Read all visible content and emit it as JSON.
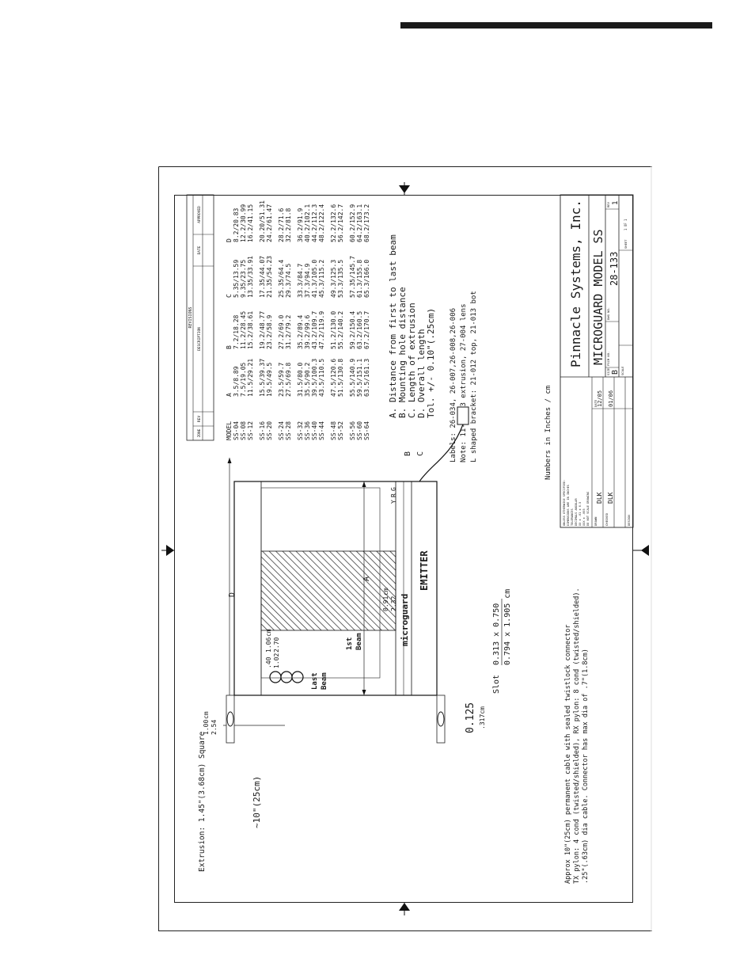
{
  "title_block": {
    "company": "Pinnacle Systems, Inc.",
    "product": "MICROGUARD MODEL SS",
    "dwg_no_label": "DWG NO.",
    "dwg_no": "28-133",
    "rev_label": "REV",
    "rev": "1",
    "size_label": "SIZE",
    "size": "B",
    "fscm_label": "FSCM NO.",
    "scale_label": "SCALE",
    "sheet_label": "SHEET",
    "sheet_of": "1 OF 1",
    "drawn_label": "DRAWN",
    "drawn": "DLK",
    "drawn_date": "12/05",
    "checked_label": "CHECKED",
    "checked": "DLK",
    "checked_date": "01/06",
    "design_label": "DESIGN",
    "date_label": "DATE",
    "tolerance_lines": [
      "UNLESS OTHERWISE SPECIFIED:",
      "DIMENSIONS ARE IN INCHES",
      "TOLERANCES",
      "DECIMALS      ANGULAR",
      "XX ± .01        ± 0.5",
      "XXX ± .005",
      "DO NOT SCALE DRAWING"
    ],
    "units": "Numbers in Inches / cm"
  },
  "revisions": {
    "title": "REVISIONS",
    "columns": [
      "ZONE",
      "REV",
      "DESCRIPTION",
      "DATE",
      "APPROVED"
    ]
  },
  "table": {
    "headers": [
      "MODEL",
      "A",
      "B",
      "C",
      "D"
    ],
    "groups": [
      [
        [
          "SS-04",
          "3.5/8.89",
          "7.2/18.28",
          "5.35/13.59",
          "8.2/20.83"
        ],
        [
          "SS-08",
          "7.5/19.05",
          "11.2/28.45",
          "9.35/23.75",
          "12.2/30.99"
        ],
        [
          "SS-12",
          "11.5/29.21",
          "15.2/38.61",
          "13.35/33.91",
          "16.2/41.15"
        ]
      ],
      [
        [
          "SS-16",
          "15.5/39.37",
          "19.2/48.77",
          "17.35/44.07",
          "20.20/51.31"
        ],
        [
          "SS-20",
          "19.5/49.5",
          "23.2/58.9",
          "21.35/54.23",
          "24.2/61.47"
        ]
      ],
      [
        [
          "SS-24",
          "23.5/59.7",
          "27.2/69.0",
          "25.35/64.4",
          "28.2/71.6"
        ],
        [
          "SS-28",
          "27.5/69.8",
          "31.2/79.2",
          "29.3/74.5",
          "32.2/81.8"
        ]
      ],
      [
        [
          "SS-32",
          "31.5/80.0",
          "35.2/89.4",
          "33.3/84.7",
          "36.2/91.9"
        ],
        [
          "SS-36",
          "35.5/90.2",
          "39.2/99.6",
          "37.3/94.9",
          "40.2/102.1"
        ],
        [
          "SS-40",
          "39.5/100.3",
          "43.2/109.7",
          "41.3/105.0",
          "44.2/112.3"
        ],
        [
          "SS-44",
          "43.5/110.5",
          "47.2/119.9",
          "45.3/115.2",
          "48.2/122.4"
        ]
      ],
      [
        [
          "SS-48",
          "47.5/120.6",
          "51.2/130.0",
          "49.3/125.3",
          "52.2/132.6"
        ],
        [
          "SS-52",
          "51.5/130.8",
          "55.2/140.2",
          "53.3/135.5",
          "56.2/142.7"
        ]
      ],
      [
        [
          "SS-56",
          "55.5/140.9",
          "59.2/150.4",
          "57.35/145.7",
          "60.2/152.9"
        ],
        [
          "SS-60",
          "59.5/151.1",
          "63.2/160.5",
          "61.3/155.8",
          "64.2/163.1"
        ],
        [
          "SS-64",
          "63.5/161.3",
          "67.2/170.7",
          "65.3/166.0",
          "68.2/173.2"
        ]
      ]
    ]
  },
  "legend": [
    "A.  Distance from first to last beam",
    "B.  Mounting hole distance",
    "C.  Length of extrusion",
    "D.  Overall length",
    "Tol. +/-  0.10\"(.25cm)"
  ],
  "notes": [
    "Labels: 26-034, 26-007,26-008,26-006",
    "Note: 11-023R3 extrusion, 27-004 lens",
    "L shaped bracket: 21-012 top, 21-013 bot"
  ],
  "drawing": {
    "extrusion": "Extrusion: 1.45\"(3.68cm) Square",
    "dim_A": "A",
    "dim_B": "B",
    "dim_C": "C",
    "dim_D": "D",
    "dim_top": [
      "1.00",
      "2.54",
      "cm"
    ],
    "dim_last_beam": [
      ".40",
      "1.02",
      "1.06",
      "2.70",
      "cm"
    ],
    "last_beam": [
      "Last",
      "Beam"
    ],
    "first_beam": [
      "1st",
      "Beam"
    ],
    "dim_first_beam": [
      "0.91",
      "2.32",
      "cm"
    ],
    "slot_label": "Slot",
    "slot_in": "0.313  x  0.750",
    "slot_cm": "0.794  x  1.905  cm",
    "thickness_in": "0.125",
    "thickness_cm": ".317cm",
    "cable_length": "~10\"(25cm)",
    "label_brand": "microguard",
    "label_emitter": "EMITTER",
    "led_letters": [
      "Y",
      "R",
      "G"
    ],
    "cable_note": [
      "Approx 10\"(25cm) permanent cable with sealed twistlock connector",
      "TX pylon: 4 cond (twisted/shielded), RX pylon: 8 cond (twisted/shielded).",
      ".25\"(.63cm) dia cable.  Connector has max dia of .7\"(1.8cm)"
    ]
  }
}
